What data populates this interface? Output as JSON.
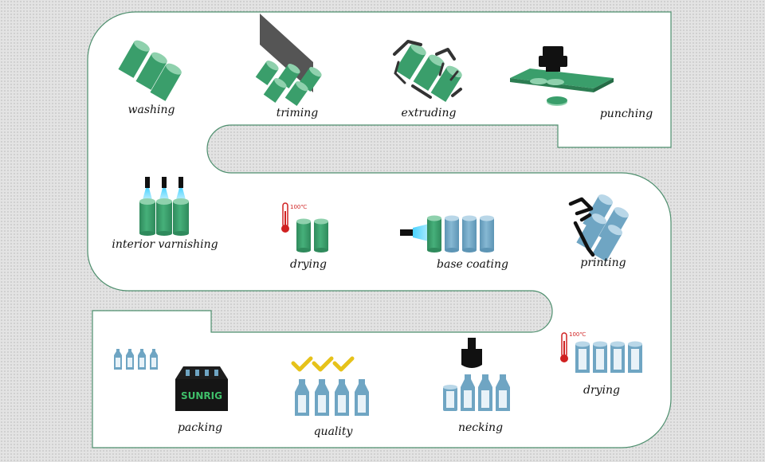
{
  "steps": [
    {
      "id": "washing",
      "label": "washing"
    },
    {
      "id": "triming",
      "label": "triming"
    },
    {
      "id": "extruding",
      "label": "extruding"
    },
    {
      "id": "punching",
      "label": "punching"
    },
    {
      "id": "interior-varnishing",
      "label": "interior varnishing"
    },
    {
      "id": "drying-1",
      "label": "drying"
    },
    {
      "id": "base-coating",
      "label": "base coating"
    },
    {
      "id": "printing",
      "label": "printing"
    },
    {
      "id": "drying-2",
      "label": "drying"
    },
    {
      "id": "necking",
      "label": "necking"
    },
    {
      "id": "quality",
      "label": "quality"
    },
    {
      "id": "packing",
      "label": "packing"
    }
  ],
  "temperature_label": "100℃",
  "box_brand": "SUNRIG",
  "colors": {
    "green": "#3a9e6b",
    "light_green": "#8fd1ad",
    "blue": "#6fa5c3",
    "light_blue": "#b9d7e8",
    "path_stroke": "#4e8f6e",
    "check_yellow": "#e6c21a"
  }
}
